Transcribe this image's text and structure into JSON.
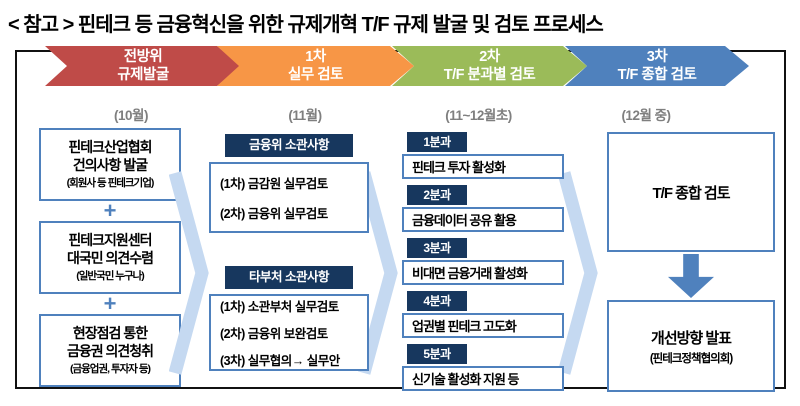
{
  "title": "< 참고 >  핀테크 등 금융혁신을 위한 규제개혁 T/F 규제 발굴 및 검토 프로세스",
  "colors": {
    "stage1": "#bf4b48",
    "stage2": "#f79646",
    "stage3": "#9bbb59",
    "stage4": "#4f81bd",
    "navy": "#17375e",
    "box_border": "#4f81bd",
    "chevron": "#c5d9f1",
    "plus": "#4f81bd",
    "month_text": "#7f7f7f"
  },
  "stages": [
    {
      "label": "전방위\n규제발굴",
      "month": "(10월)"
    },
    {
      "label": "1차\n실무 검토",
      "month": "(11월)"
    },
    {
      "label": "2차\nT/F 분과별 검토",
      "month": "(11~12월초)"
    },
    {
      "label": "3차\nT/F 종합 검토",
      "month": "(12월 중)"
    }
  ],
  "column1": {
    "plus": "+",
    "boxes": [
      {
        "title": "핀테크산업협회\n건의사항 발굴",
        "sub": "(회원사 등 핀테크기업)"
      },
      {
        "title": "핀테크지원센터\n대국민 의견수렴",
        "sub": "(일반국민 누구나)"
      },
      {
        "title": "현장점검 통한\n금융권 의견청취",
        "sub": "(금융업권, 투자자 등)"
      }
    ]
  },
  "column2": {
    "groups": [
      {
        "chip": "금융위 소관사항",
        "lines": [
          "(1차) 금감원 실무검토",
          "(2차) 금융위 실무검토"
        ]
      },
      {
        "chip": "타부처 소관사항",
        "lines": [
          "(1차) 소관부처 실무검토",
          "(2차) 금융위 보완검토",
          "(3차) 실무협의→ 실무안"
        ]
      }
    ]
  },
  "column3": {
    "groups": [
      {
        "chip": "1분과",
        "text": "핀테크 투자 활성화"
      },
      {
        "chip": "2분과",
        "text": "금융데이터 공유 활용"
      },
      {
        "chip": "3분과",
        "text": "비대면 금융거래 활성화"
      },
      {
        "chip": "4분과",
        "text": "업권별 핀테크 고도화"
      },
      {
        "chip": "5분과",
        "text": "신기술 활성화 지원 등"
      }
    ]
  },
  "column4": {
    "top_box": "T/F 종합 검토",
    "bottom_box": {
      "title": "개선방향 발표",
      "sub": "(핀테크정책협의회)"
    }
  }
}
